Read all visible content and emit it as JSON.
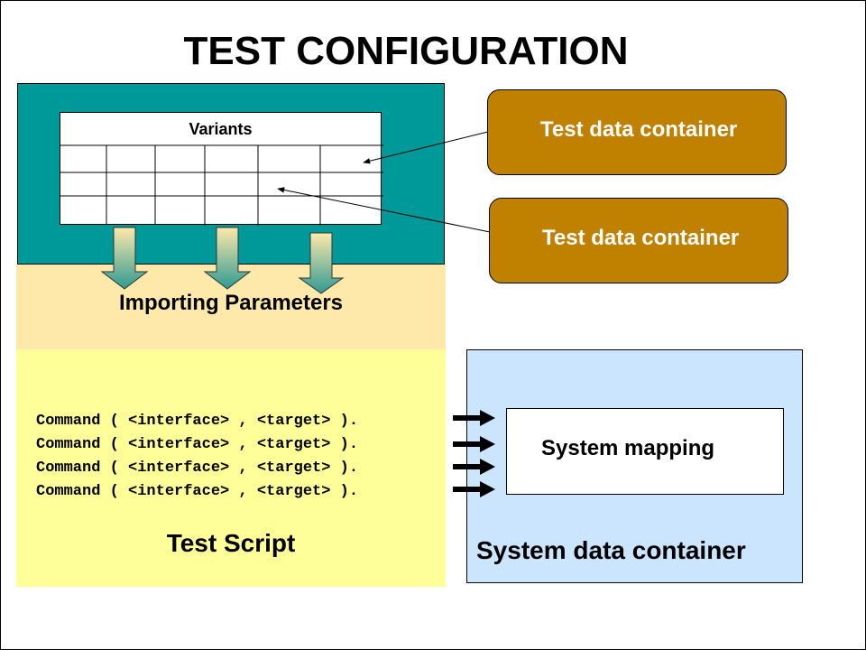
{
  "title": "TEST CONFIGURATION",
  "variants_table": {
    "header": "Variants",
    "rows": 3,
    "columns": 6
  },
  "importing_parameters": {
    "label": "Importing Parameters",
    "arrow_count": 3
  },
  "test_script": {
    "label": "Test Script",
    "lines": [
      "Command ( <interface> , <target> ).",
      "Command ( <interface> , <target> ).",
      "Command ( <interface> , <target> ).",
      "Command ( <interface> , <target> )."
    ]
  },
  "test_data_containers": [
    {
      "label": "Test data container"
    },
    {
      "label": "Test data container"
    }
  ],
  "system_data_container": {
    "label": "System data container",
    "mapping_label": "System mapping"
  },
  "colors": {
    "teal": "#009999",
    "beige": "#FFE9AA",
    "yellow": "#FFFF99",
    "container_brown": "#C08000",
    "system_blue": "#CCE5FF"
  }
}
